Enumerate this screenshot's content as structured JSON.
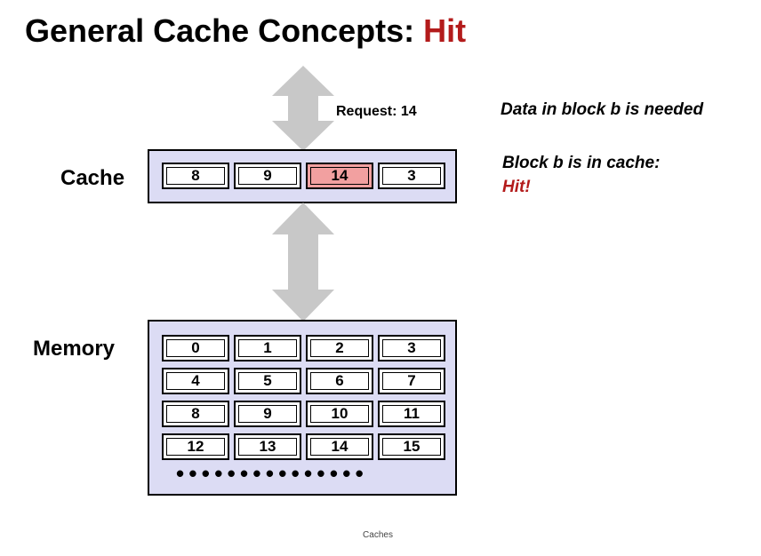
{
  "title": {
    "main": "General Cache Concepts: ",
    "highlight": "Hit"
  },
  "request_label": "Request: 14",
  "cache": {
    "label": "Cache",
    "blocks": [
      "8",
      "9",
      "14",
      "3"
    ],
    "highlighted_block": "14"
  },
  "memory": {
    "label": "Memory",
    "rows": [
      [
        "0",
        "1",
        "2",
        "3"
      ],
      [
        "4",
        "5",
        "6",
        "7"
      ],
      [
        "8",
        "9",
        "10",
        "11"
      ],
      [
        "12",
        "13",
        "14",
        "15"
      ]
    ],
    "continuation": "•••••••••••••••"
  },
  "notes": {
    "line1": "Data in block b is needed",
    "line2": "Block b is in cache:",
    "line3": "Hit!"
  },
  "footer": "Caches",
  "colors": {
    "accent_red": "#b31b1b",
    "panel_fill": "#dcdcf4",
    "highlight_fill": "#f2a0a0",
    "arrow_gray": "#c8c8c8"
  }
}
